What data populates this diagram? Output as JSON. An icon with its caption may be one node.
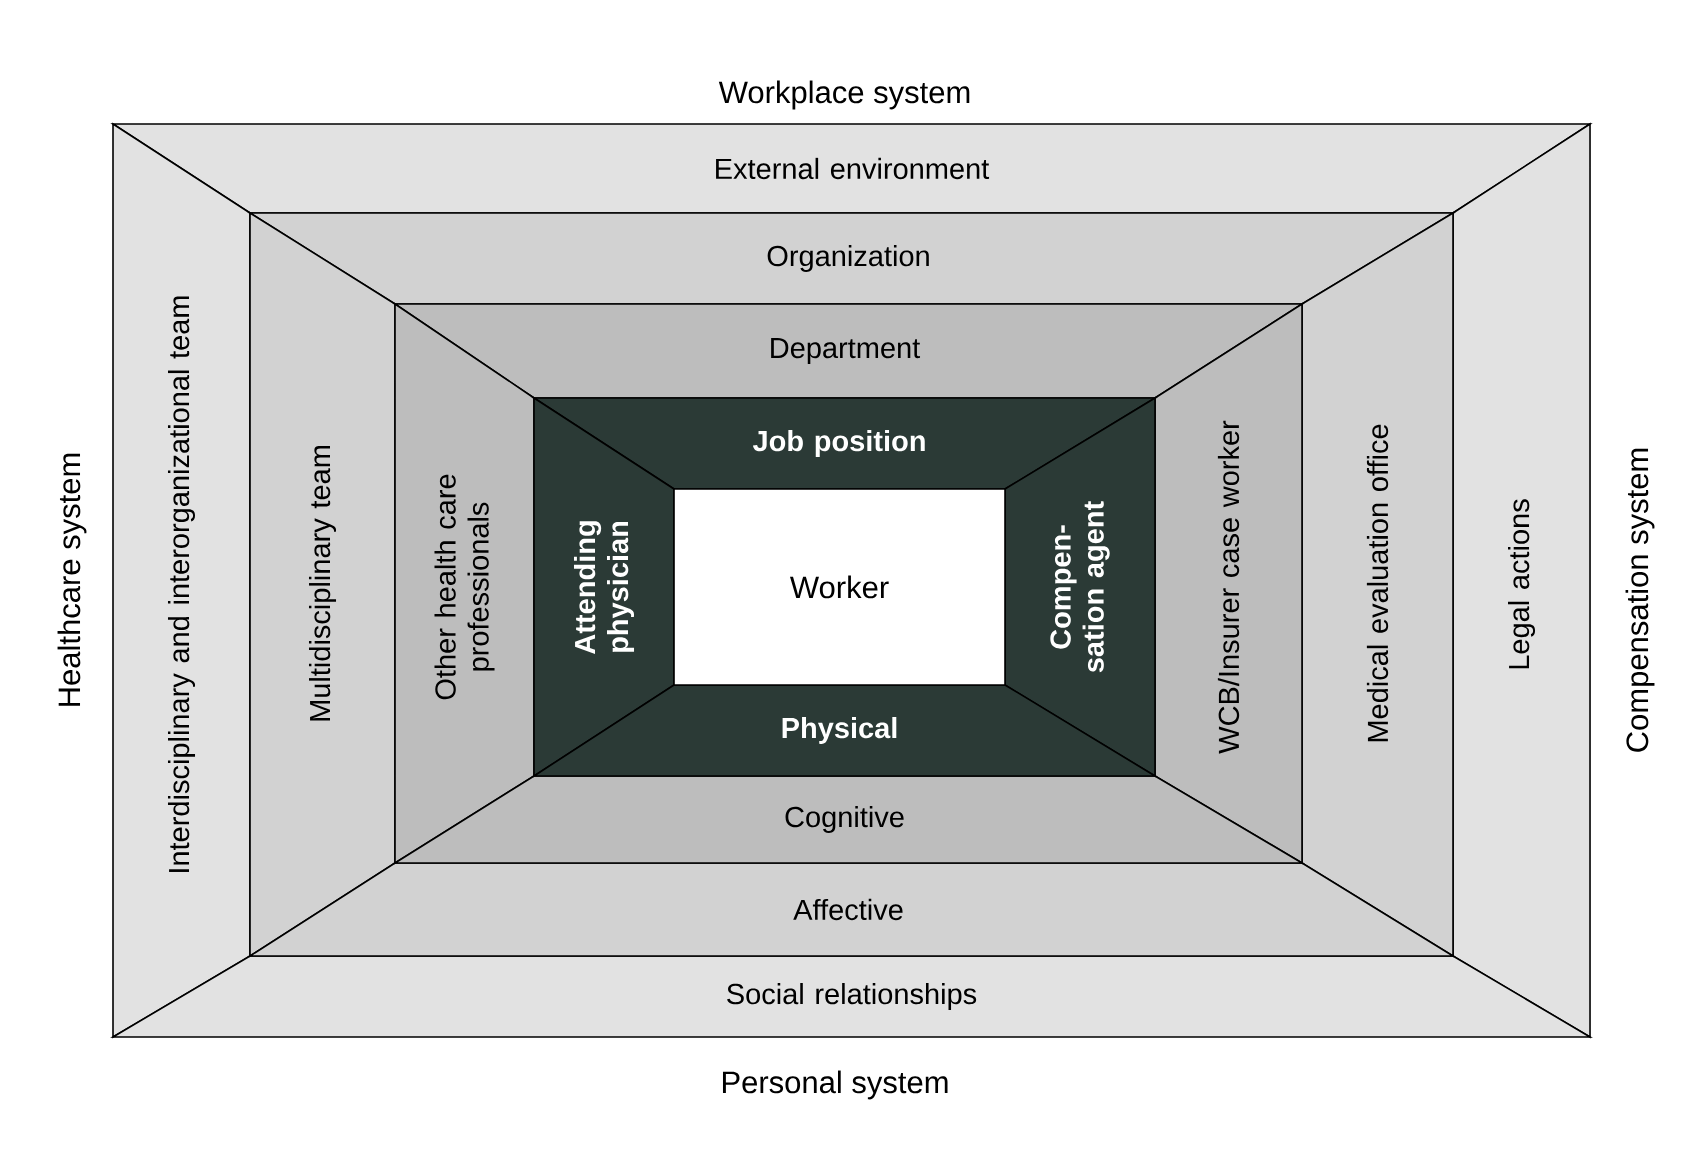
{
  "diagram": {
    "nodes": [
      {
        "text": [
          "External environment"
        ]
      },
      {
        "text": [
          "Interdisciplinary and interorganizational team"
        ]
      },
      {
        "text": [
          "Legal actions"
        ]
      },
      {
        "text": [
          "Social relationships"
        ]
      },
      {
        "text": [
          "Organization"
        ]
      },
      {
        "text": [
          "Multidisciplinary team"
        ]
      },
      {
        "text": [
          "Medical evaluation office"
        ]
      },
      {
        "text": [
          "Affective"
        ]
      },
      {
        "text": [
          "Department"
        ]
      },
      {
        "text": [
          "Other health care professionals"
        ]
      },
      {
        "text": [
          "WCB/Insurer case worker"
        ]
      },
      {
        "text": [
          "Cognitive"
        ]
      },
      {
        "text": [
          "Job position"
        ]
      },
      {
        "text": [
          "Attending physician"
        ]
      },
      {
        "text": [
          "Compen- sation agent"
        ]
      },
      {
        "text": [
          "Physical"
        ]
      },
      {
        "text": [
          "Worker"
        ]
      }
    ],
    "labels": [
      "Workplace system",
      "Healthcare system",
      "Compensation system",
      "Personal system"
    ]
  }
}
